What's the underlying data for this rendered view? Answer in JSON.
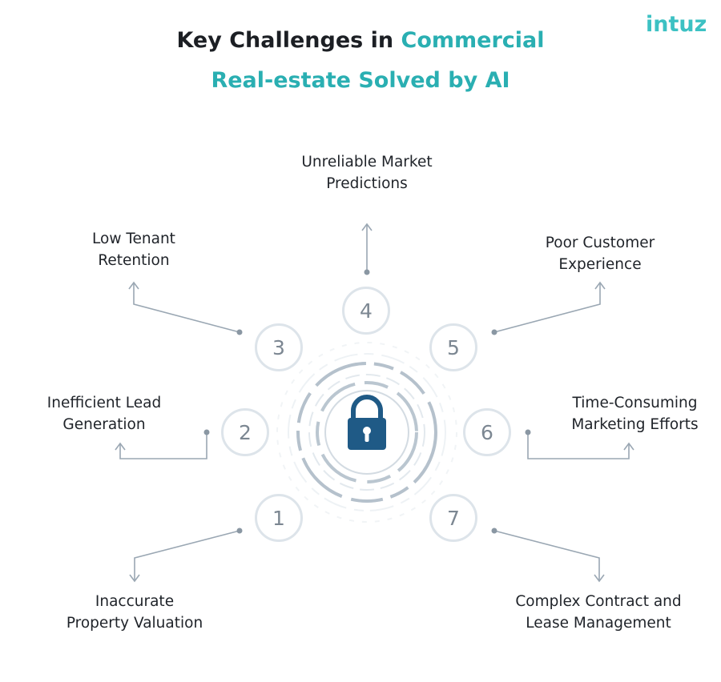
{
  "brand": {
    "logo_text": "intuz"
  },
  "title": {
    "line1_dark": "Key Challenges in ",
    "line1_teal": "Commercial",
    "line2": "Real-estate Solved by AI"
  },
  "center": {
    "icon": "padlock-icon"
  },
  "challenges": [
    {
      "number": "1",
      "line1": "Inaccurate",
      "line2": "Property Valuation"
    },
    {
      "number": "2",
      "line1": "Inefficient Lead",
      "line2": "Generation"
    },
    {
      "number": "3",
      "line1": "Low Tenant",
      "line2": "Retention"
    },
    {
      "number": "4",
      "line1": "Unreliable Market",
      "line2": "Predictions"
    },
    {
      "number": "5",
      "line1": "Poor Customer",
      "line2": "Experience"
    },
    {
      "number": "6",
      "line1": "Time-Consuming",
      "line2": "Marketing Efforts"
    },
    {
      "number": "7",
      "line1": "Complex Contract and",
      "line2": "Lease Management"
    }
  ],
  "colors": {
    "teal": "#2aafb2",
    "dark": "#1c1f24",
    "circle_border": "#dde4ea",
    "number": "#7c8792",
    "connector": "#9aa7b3",
    "lock_blue": "#1f5a86"
  }
}
